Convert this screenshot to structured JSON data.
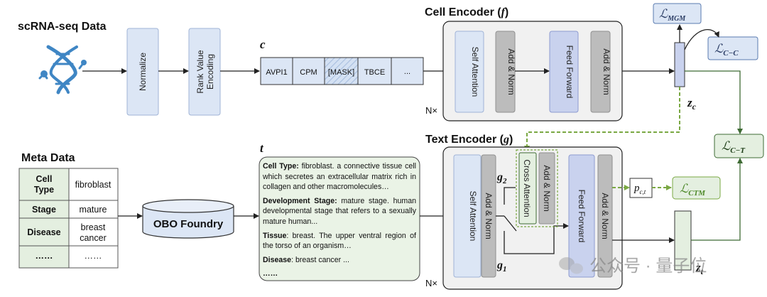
{
  "section_titles": {
    "scrna": "scRNA-seq Data",
    "meta": "Meta Data",
    "cell_encoder": "Cell Encoder (",
    "cell_encoder_var": "f",
    "text_encoder": "Text Encoder (",
    "text_encoder_var": "g",
    "close_paren": ")"
  },
  "pipeline": {
    "normalize": "Normalize",
    "rank_value_line1": "Rank Value",
    "rank_value_line2": "Encoding",
    "c_label": "c",
    "t_label": "t"
  },
  "tokens": [
    "AVPI1",
    "CPM",
    "[MASK]",
    "TBCE",
    "..."
  ],
  "cell_encoder": {
    "self_attention": "Self Attention",
    "add_norm_1": "Add & Norm",
    "feed_forward": "Feed Forward",
    "add_norm_2": "Add & Norm",
    "repeat": "N×"
  },
  "text_encoder": {
    "self_attention": "Self Attention",
    "add_norm_1": "Add & Norm",
    "cross_attention": "Cross Attention",
    "add_norm_cross": "Add & Norm",
    "feed_forward": "Feed Forward",
    "add_norm_2": "Add & Norm",
    "repeat": "N×",
    "g2_base": "g",
    "g2_sub": "2",
    "g1_base": "g",
    "g1_sub": "1"
  },
  "outputs": {
    "z_c_base": "z",
    "z_c_sub": "c",
    "z_t_base": "z",
    "z_t_sub": "t",
    "p_base": "p",
    "p_sub": "c,t"
  },
  "losses": {
    "mgm_base": "ℒ",
    "mgm_sub": "MGM",
    "cc_base": "ℒ",
    "cc_sub": "C−C",
    "ct_base": "ℒ",
    "ct_sub": "C−T",
    "ctm_base": "ℒ",
    "ctm_sub": "CTM"
  },
  "meta_table": {
    "rows": [
      {
        "key_line1": "Cell",
        "key_line2": "Type",
        "value_line1": "fibroblast",
        "value_line2": ""
      },
      {
        "key_line1": "Stage",
        "key_line2": "",
        "value_line1": "mature",
        "value_line2": ""
      },
      {
        "key_line1": "Disease",
        "key_line2": "",
        "value_line1": "breast",
        "value_line2": "cancer"
      },
      {
        "key_line1": "……",
        "key_line2": "",
        "value_line1": "……",
        "value_line2": ""
      }
    ]
  },
  "obo": "OBO Foundry",
  "text_description": {
    "cell_type_label": "Cell Type:",
    "cell_type_text": " fibroblast. a connective tissue cell which secretes an extracellular matrix rich in collagen and other macromolecules…",
    "dev_stage_label": "Development Stage:",
    "dev_stage_text": " mature stage. human developmental stage that refers to a sexually mature human...",
    "tissue_label": "Tissue",
    "tissue_text": ": breast. The upper ventral region of the torso of an organism…",
    "disease_label": "Disease",
    "disease_text": ": breast cancer ...",
    "ellipsis": "……"
  },
  "watermark": "公众号 · 量子位",
  "colors": {
    "light_blue": "#dce6f5",
    "gray": "#bcbcbc",
    "deep_blue": "#c9d2ee",
    "green": "#e4efe0",
    "dna_icon": "#3f86c4",
    "dashed_green": "#7aa843"
  }
}
